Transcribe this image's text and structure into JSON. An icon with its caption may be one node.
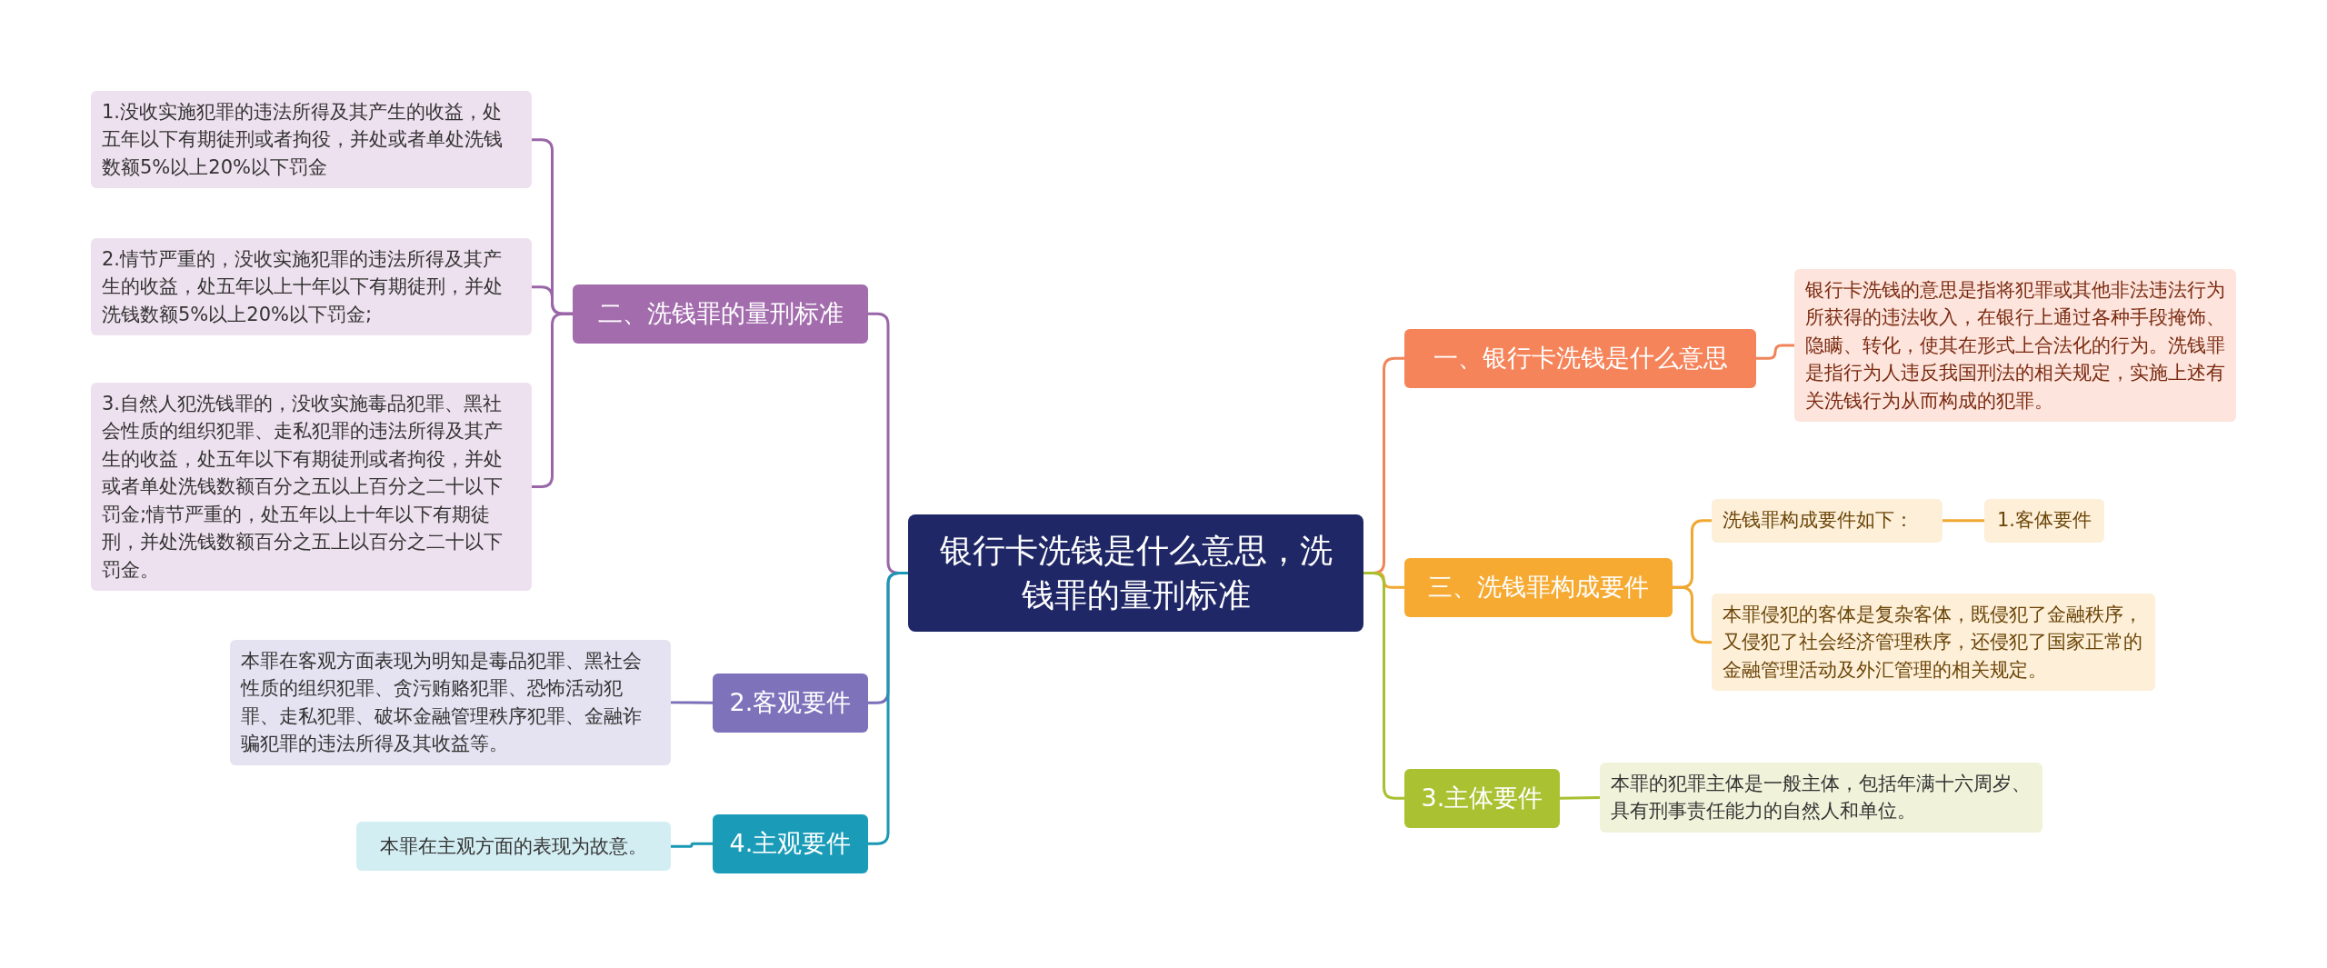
{
  "diagram": {
    "nodes": [
      {
        "text": [
          "银行卡洗钱是什么意思，洗钱罪的量刑标准"
        ]
      },
      {
        "text": [
          "二、洗钱罪的量刑标准"
        ]
      },
      {
        "text": [
          "1.没收实施犯罪的违法所得及其产生的收益，处五年以下有期徒刑或者拘役，并处或者单处洗钱数额5%以上20%以下罚金"
        ]
      },
      {
        "text": [
          "2.情节严重的，没收实施犯罪的违法所得及其产生的收益，处五年以上十年以下有期徒刑，并处洗钱数额5%以上20%以下罚金;"
        ]
      },
      {
        "text": [
          "3.自然人犯洗钱罪的，没收实施毒品犯罪、黑社会性质的组织犯罪、走私犯罪的违法所得及其产生的收益，处五年以下有期徒刑或者拘役，并处或者单处洗钱数额百分之五以上百分之二十以下罚金;情节严重的，处五年以上十年以下有期徒刑，并处洗钱数额百分之五上以百分之二十以下罚金。"
        ]
      },
      {
        "text": [
          "2.客观要件"
        ]
      },
      {
        "text": [
          "本罪在客观方面表现为明知是毒品犯罪、黑社会性质的组织犯罪、贪污贿赂犯罪、恐怖活动犯罪、走私犯罪、破坏金融管理秩序犯罪、金融诈骗犯罪的违法所得及其收益等。"
        ]
      },
      {
        "text": [
          "4.主观要件"
        ]
      },
      {
        "text": [
          "本罪在主观方面的表现为故意。"
        ]
      },
      {
        "text": [
          "一、银行卡洗钱是什么意思"
        ]
      },
      {
        "text": [
          "银行卡洗钱的意思是指将犯罪或其他非法违法行为所获得的违法收入，在银行上通过各种手段掩饰、隐瞒、转化，使其在形式上合法化的行为。洗钱罪是指行为人违反我国刑法的相关规定，实施上述有关洗钱行为从而构成的犯罪。"
        ]
      },
      {
        "text": [
          "三、洗钱罪构成要件"
        ]
      },
      {
        "text": [
          "洗钱罪构成要件如下："
        ]
      },
      {
        "text": [
          "1.客体要件"
        ]
      },
      {
        "text": [
          "本罪侵犯的客体是复杂客体，既侵犯了金融秩序，又侵犯了社会经济管理秩序，还侵犯了国家正常的金融管理活动及外汇管理的相关规定。"
        ]
      },
      {
        "text": [
          "3.主体要件"
        ]
      },
      {
        "text": [
          "本罪的犯罪主体是一般主体，包括年满十六周岁、具有刑事责任能力的自然人和单位。"
        ]
      }
    ],
    "edges": [
      {
        "from": 0,
        "to": 1,
        "arrow": "none",
        "color": "#9a66a8"
      },
      {
        "from": 1,
        "to": 2,
        "arrow": "none",
        "color": "#9a66a8"
      },
      {
        "from": 1,
        "to": 3,
        "arrow": "none",
        "color": "#9a66a8"
      },
      {
        "from": 1,
        "to": 4,
        "arrow": "none",
        "color": "#9a66a8"
      },
      {
        "from": 0,
        "to": 5,
        "arrow": "none",
        "color": "#7a6fb8"
      },
      {
        "from": 5,
        "to": 6,
        "arrow": "none",
        "color": "#7a6fb8"
      },
      {
        "from": 0,
        "to": 7,
        "arrow": "none",
        "color": "#1a98b3"
      },
      {
        "from": 7,
        "to": 8,
        "arrow": "none",
        "color": "#1a98b3"
      },
      {
        "from": 0,
        "to": 9,
        "arrow": "none",
        "color": "#f0845a"
      },
      {
        "from": 9,
        "to": 10,
        "arrow": "none",
        "color": "#f0845a"
      },
      {
        "from": 0,
        "to": 11,
        "arrow": "none",
        "color": "#f0a830"
      },
      {
        "from": 11,
        "to": 12,
        "arrow": "none",
        "color": "#f0a830"
      },
      {
        "from": 12,
        "to": 13,
        "arrow": "none",
        "color": "#f0a830"
      },
      {
        "from": 11,
        "to": 14,
        "arrow": "none",
        "color": "#f0a830"
      },
      {
        "from": 0,
        "to": 15,
        "arrow": "none",
        "color": "#a8c030"
      },
      {
        "from": 15,
        "to": 16,
        "arrow": "none",
        "color": "#a8c030"
      }
    ]
  }
}
